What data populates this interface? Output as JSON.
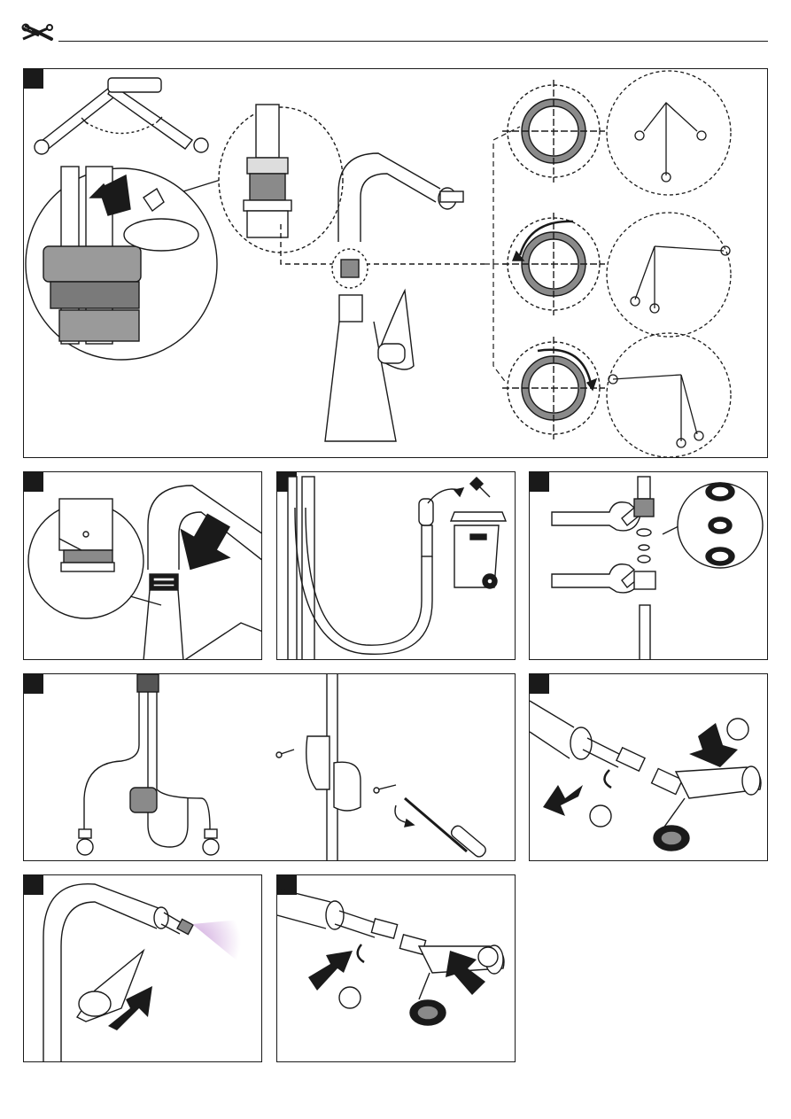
{
  "header": {
    "icon": "tools-icon"
  },
  "panels": [
    {
      "id": "p1",
      "icon": "step-marker"
    },
    {
      "id": "p2",
      "icon": "step-marker"
    },
    {
      "id": "p3",
      "icon": "step-marker"
    },
    {
      "id": "p4",
      "icon": "step-marker"
    },
    {
      "id": "p5",
      "icon": "step-marker"
    },
    {
      "id": "p6",
      "icon": "step-marker"
    },
    {
      "id": "p7",
      "icon": "step-marker"
    },
    {
      "id": "p8",
      "icon": "step-marker"
    }
  ],
  "colors": {
    "line": "#1a1a1a",
    "grey": "#8a8a8a",
    "light": "#d8d8d8",
    "spray": "#c89ad8"
  }
}
